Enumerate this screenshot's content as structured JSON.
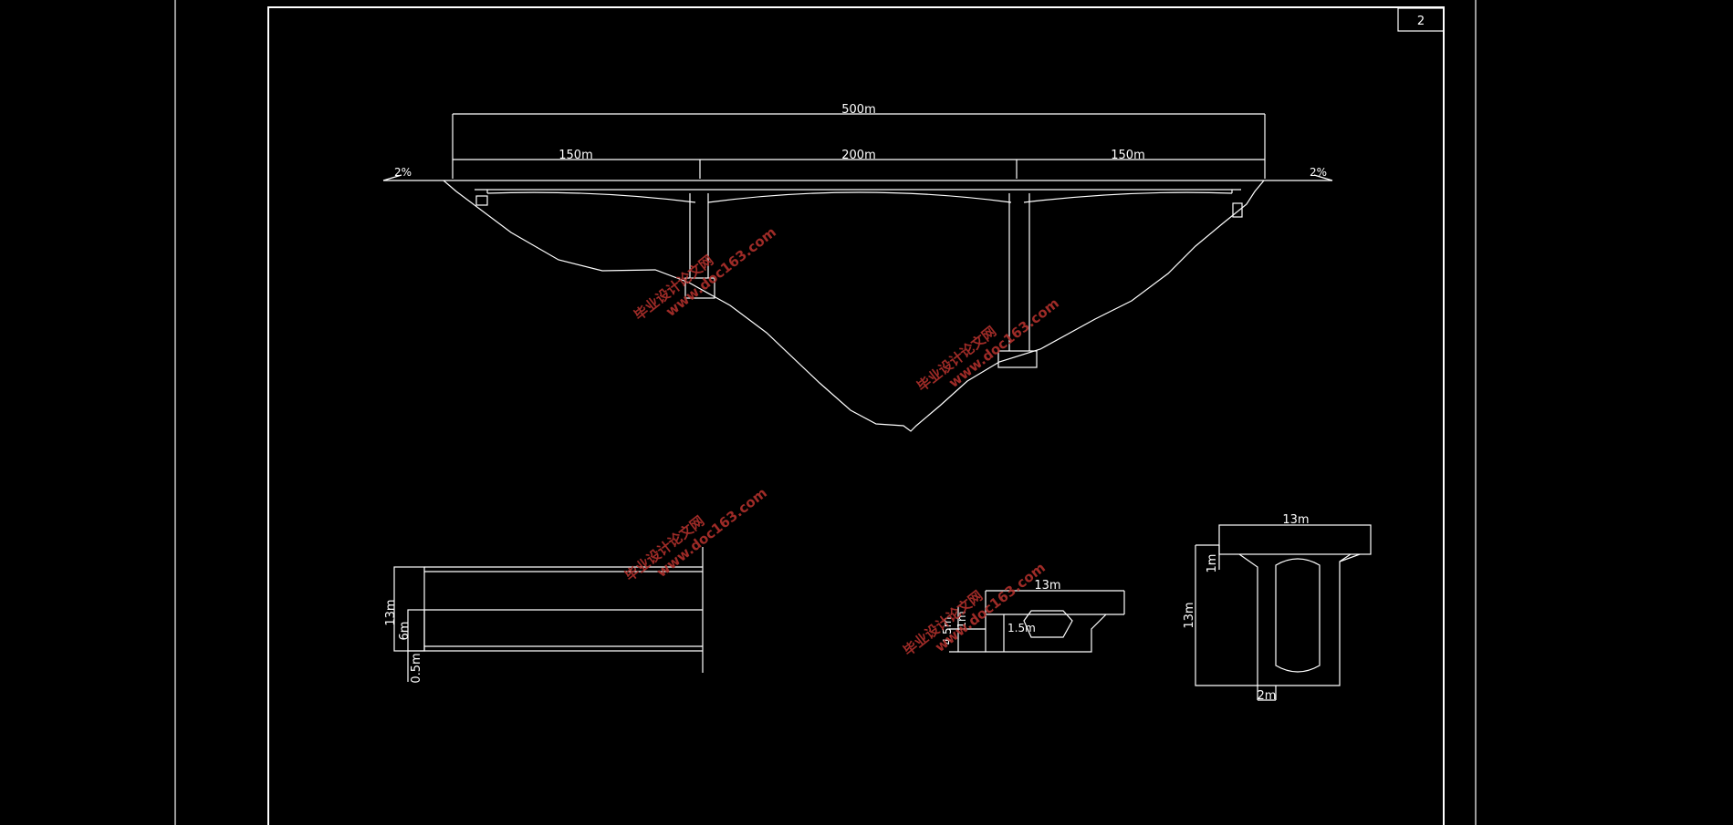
{
  "sheet": {
    "number": "2"
  },
  "elevation": {
    "total_span": "500m",
    "span_left": "150m",
    "span_middle": "200m",
    "span_right": "150m",
    "slope_left": "2%",
    "slope_right": "2%"
  },
  "elevation_detail": {
    "height_total": "13m",
    "height_inner": "6m",
    "thickness": "0.5m"
  },
  "small_section": {
    "width": "13m",
    "dim_a": "4.5m",
    "dim_b": "1m",
    "dim_c": "1.5m"
  },
  "large_section": {
    "width": "13m",
    "height": "13m",
    "flange": "1m",
    "web": "2m"
  },
  "watermark": {
    "cn": "毕业设计论文网",
    "url": "www.doc163.com"
  }
}
